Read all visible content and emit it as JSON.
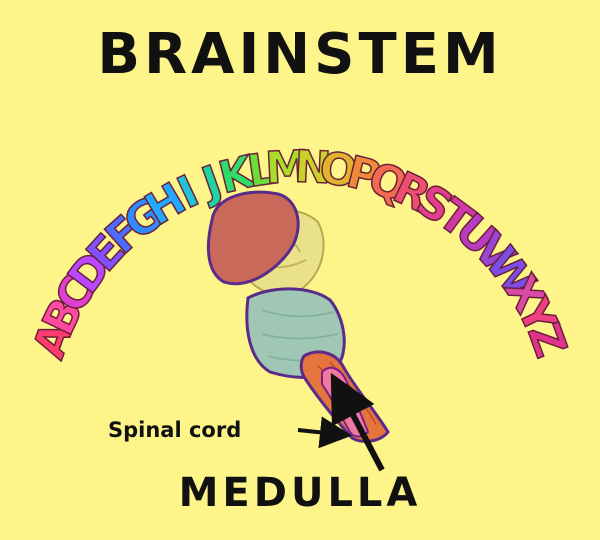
{
  "title": "BRAINSTEM",
  "alphabet": [
    "A",
    "B",
    "C",
    "D",
    "E",
    "F",
    "G",
    "H",
    "I",
    "J",
    "K",
    "L",
    "M",
    "N",
    "O",
    "P",
    "Q",
    "R",
    "S",
    "T",
    "U",
    "V",
    "W",
    "X",
    "Y",
    "Z"
  ],
  "labels": {
    "spinal_cord": "Spinal cord",
    "medulla": "MEDULLA"
  },
  "colors": {
    "background": "#fdf58a",
    "midbrain": "#c8695a",
    "pons": "#9fc7b4",
    "medulla": "#e6743d",
    "outline": "#5a2b8a"
  }
}
